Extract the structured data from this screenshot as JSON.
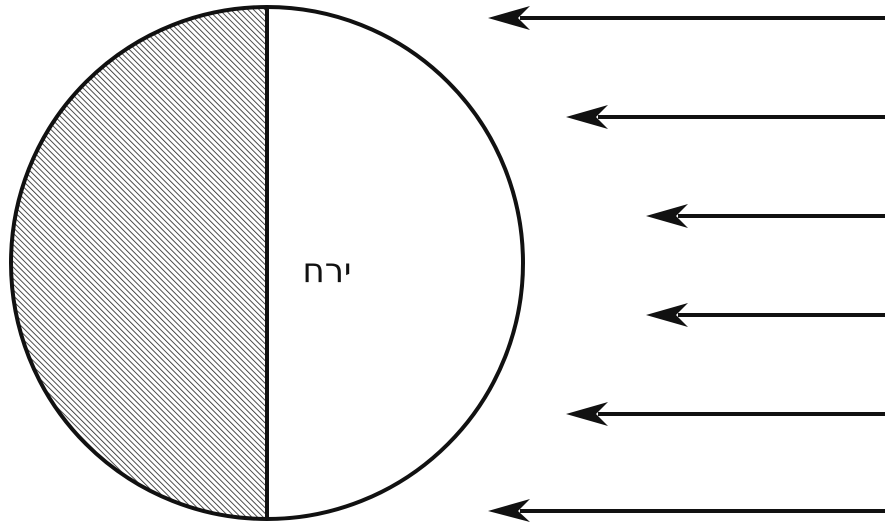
{
  "diagram": {
    "moon_label": "ירח",
    "colors": {
      "stroke": "#111111",
      "lit_side": "#ffffff",
      "shadow_hatch": "#222222",
      "shadow_base": "#ffffff",
      "background": "#ffffff"
    },
    "shaded_half": "left",
    "light_ray_count": 6,
    "light_direction": "from-right"
  }
}
